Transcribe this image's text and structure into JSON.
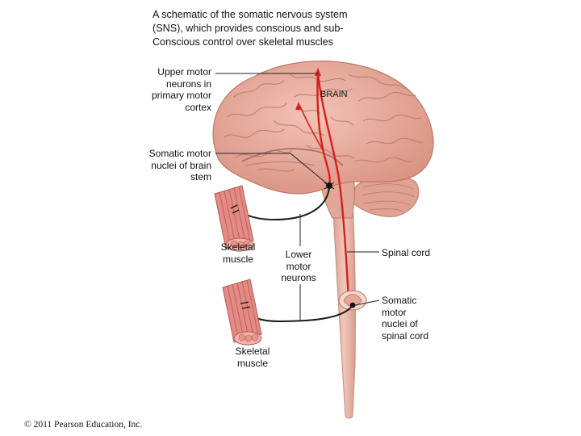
{
  "title": {
    "lines": [
      "A schematic of the somatic nervous system",
      "(SNS), which provides conscious and sub-",
      "Conscious control over skeletal muscles"
    ]
  },
  "labels": {
    "upper_motor": [
      "Upper motor",
      "neurons in",
      "primary motor",
      "cortex"
    ],
    "brain": "BRAIN",
    "brain_stem_nuclei": [
      "Somatic motor",
      "nuclei of brain",
      "stem"
    ],
    "skeletal_muscle_upper": [
      "Skeletal",
      "muscle"
    ],
    "lower_motor": [
      "Lower",
      "motor",
      "neurons"
    ],
    "spinal_cord": "Spinal cord",
    "spinal_nuclei": [
      "Somatic",
      "motor",
      "nuclei of",
      "spinal cord"
    ],
    "skeletal_muscle_lower": [
      "Skeletal",
      "muscle"
    ]
  },
  "copyright": "© 2011 Pearson Education, Inc.",
  "colors": {
    "brain": "#e6a99c",
    "brain_dark": "#c07a6e",
    "cord": "#e7b3a6",
    "neuron": "#d62020",
    "muscle": "#e58a84",
    "leader": "#222222"
  }
}
